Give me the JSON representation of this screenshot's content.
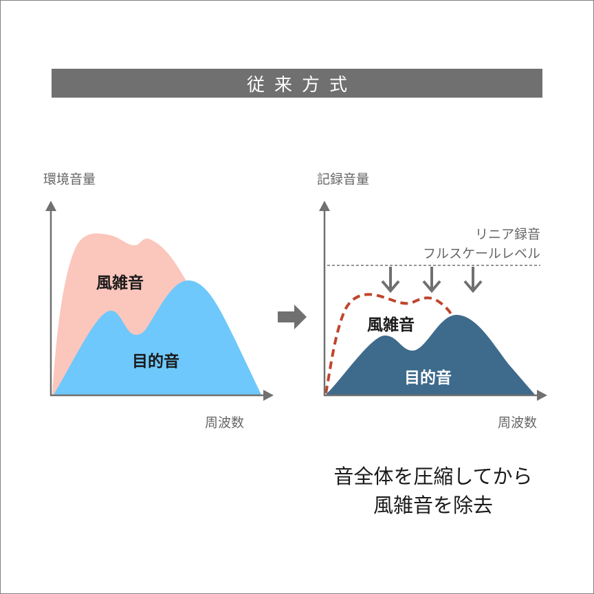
{
  "header": {
    "title": "従来方式"
  },
  "left_chart": {
    "y_axis_label": "環境音量",
    "x_axis_label": "周波数",
    "noise_label": "風雑音",
    "target_label": "目的音",
    "noise_color": "#fbc6bc",
    "target_color": "#6ec8fb"
  },
  "transition_arrow": {
    "icon": "right-arrow-icon",
    "color": "#707070"
  },
  "right_chart": {
    "y_axis_label": "記録音量",
    "x_axis_label": "周波数",
    "fullscale_label_line1": "リニア録音",
    "fullscale_label_line2": "フルスケールレベル",
    "noise_label": "風雑音",
    "target_label": "目的音",
    "target_color": "#3e6b8c",
    "noise_outline_color": "#c0452c",
    "compress_arrows": 3
  },
  "caption": {
    "line1": "音全体を圧縮してから",
    "line2": "風雑音を除去"
  },
  "colors": {
    "axis": "#707070",
    "border": "#808080",
    "title_bg": "#707070"
  }
}
